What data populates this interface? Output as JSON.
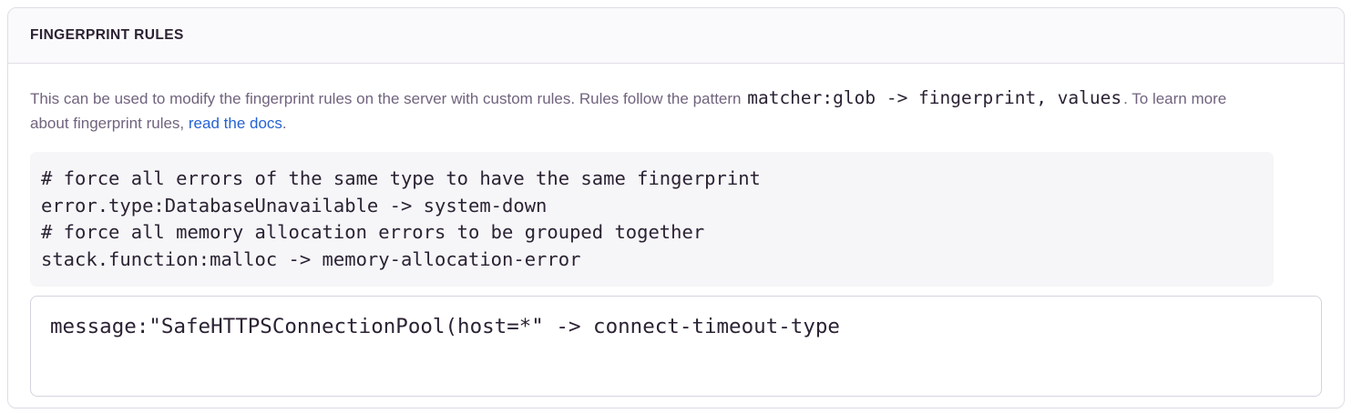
{
  "panel": {
    "title": "FINGERPRINT RULES",
    "description": {
      "text_before_code": "This can be used to modify the fingerprint rules on the server with custom rules. Rules follow the pattern ",
      "inline_code": "matcher:glob -> fingerprint, values",
      "text_after_code": ". To learn more about fingerprint rules, ",
      "link_text": "read the docs",
      "text_after_link": "."
    },
    "example_code": "# force all errors of the same type to have the same fingerprint\nerror.type:DatabaseUnavailable -> system-down\n# force all memory allocation errors to be grouped together\nstack.function:malloc -> memory-allocation-error",
    "rules_input_value": "message:\"SafeHTTPSConnectionPool(host=*\" -> connect-timeout-type"
  },
  "colors": {
    "panel_border": "#e0dce5",
    "header_background": "#faf9fb",
    "title_text": "#2b2233",
    "help_text": "#71637e",
    "link": "#2562d4",
    "code_block_background": "#f6f6f8",
    "code_text": "#2b2233"
  }
}
